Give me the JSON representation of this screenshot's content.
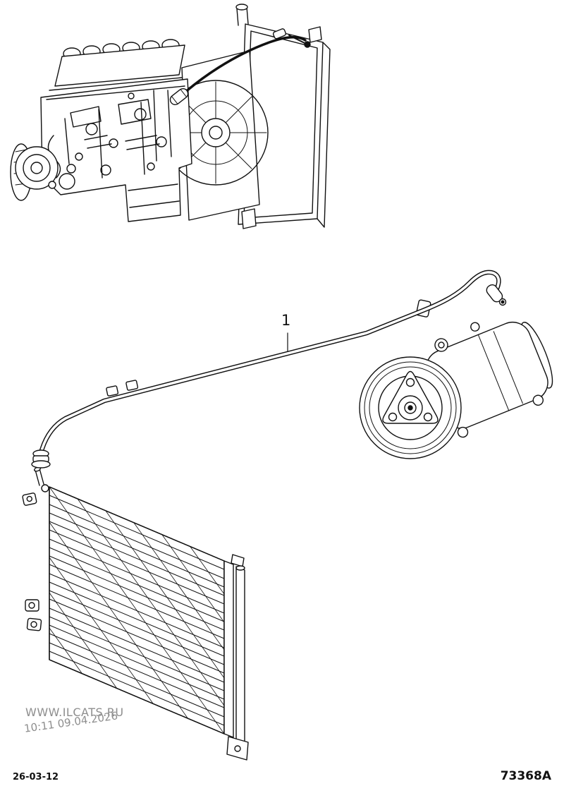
{
  "labels": {
    "part_1": "1"
  },
  "watermark": {
    "line1": "WWW.ILCATS.RU",
    "line2": "10:11 09.04.2026"
  },
  "footer": {
    "date_code": "26-03-12",
    "figure_code": "73368A"
  },
  "colors": {
    "line": "#111111",
    "watermark": "#8e8e8e",
    "background": "#ffffff"
  }
}
